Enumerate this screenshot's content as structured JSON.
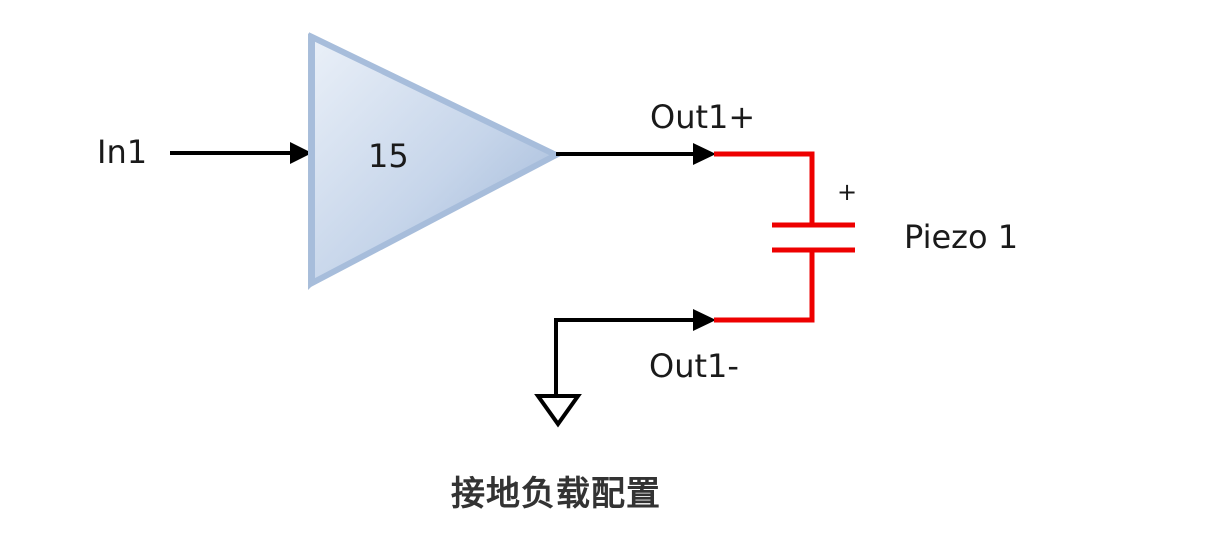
{
  "diagram": {
    "input_label": "In1",
    "gain_value": "15",
    "output_positive_label": "Out1+",
    "output_negative_label": "Out1-",
    "capacitor_polarity_mark": "+",
    "load_label": "Piezo 1",
    "caption": "接地负载配置"
  },
  "colors": {
    "wire": "#000000",
    "load_wire": "#ee0000",
    "amp_fill_light": "#e4ecf6",
    "amp_fill_dark": "#9fb8d8",
    "amp_stroke": "#a6bddb"
  }
}
